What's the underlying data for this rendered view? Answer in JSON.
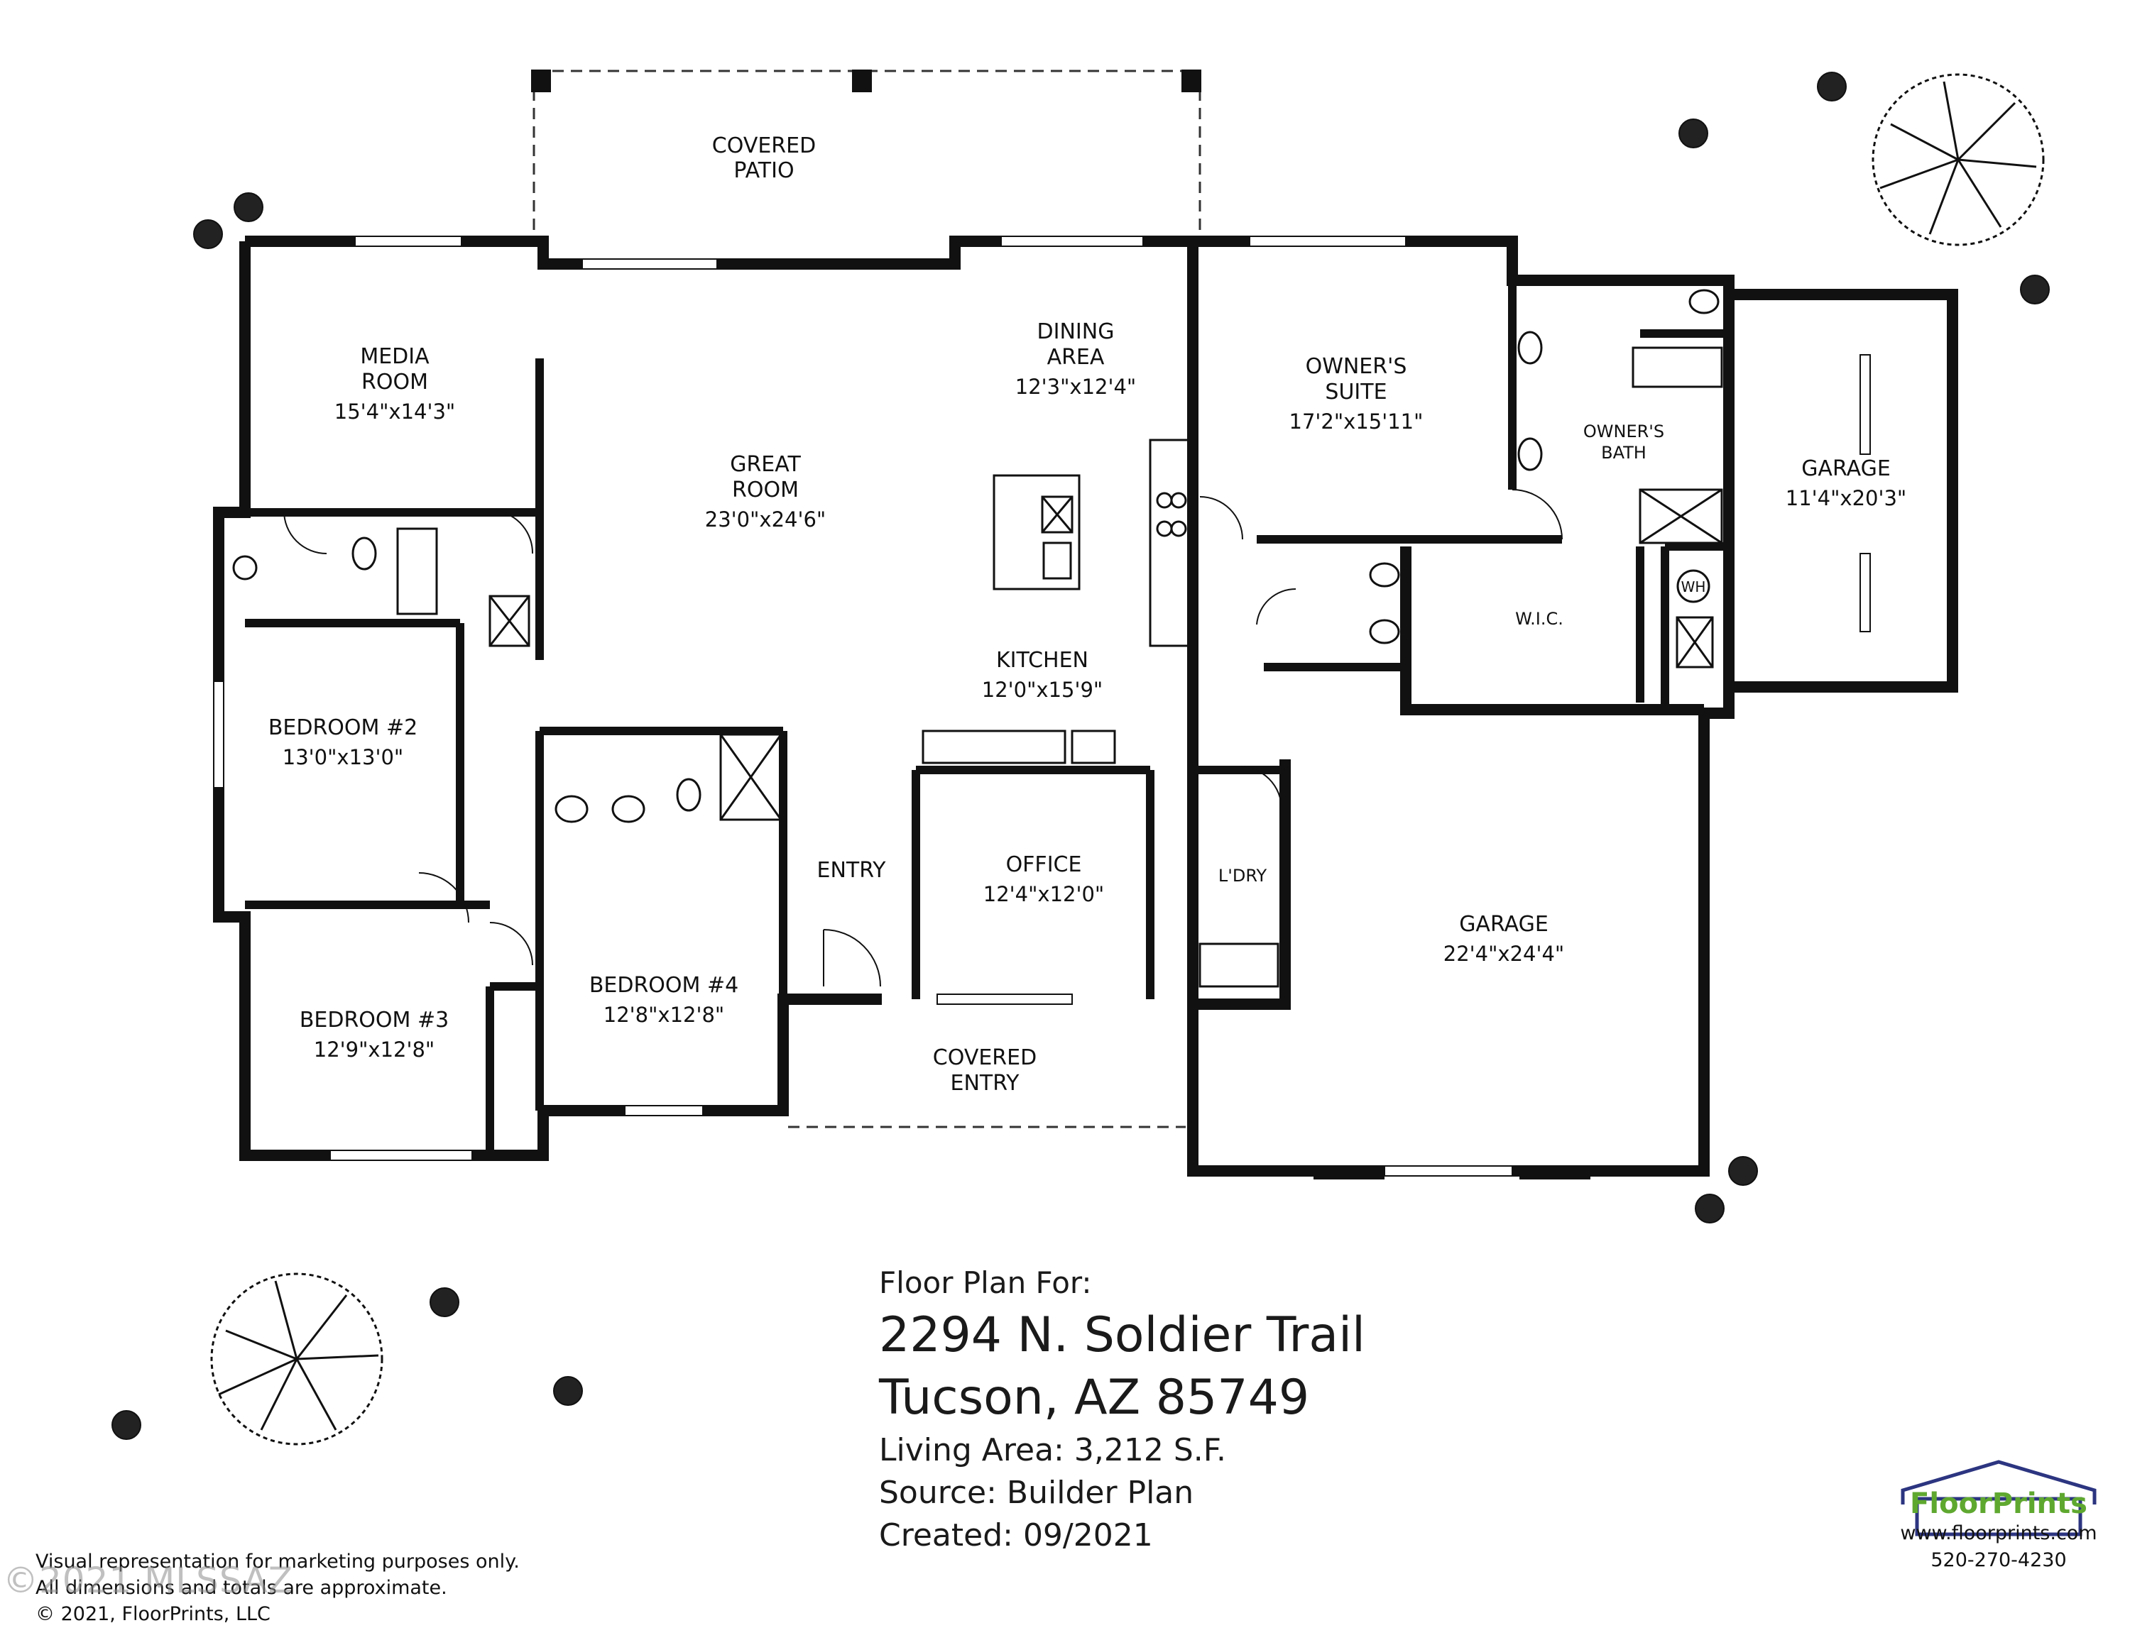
{
  "rooms": {
    "covered_patio": {
      "line1": "COVERED",
      "line2": "PATIO"
    },
    "media_room": {
      "line1": "MEDIA",
      "line2": "ROOM",
      "dims": "15'4\"x14'3\""
    },
    "great_room": {
      "line1": "GREAT",
      "line2": "ROOM",
      "dims": "23'0\"x24'6\""
    },
    "dining_area": {
      "line1": "DINING",
      "line2": "AREA",
      "dims": "12'3\"x12'4\""
    },
    "owners_suite": {
      "line1": "OWNER'S",
      "line2": "SUITE",
      "dims": "17'2\"x15'11\""
    },
    "owners_bath": {
      "line1": "OWNER'S",
      "line2": "BATH"
    },
    "garage_small": {
      "name": "GARAGE",
      "dims": "11'4\"x20'3\""
    },
    "kitchen": {
      "name": "KITCHEN",
      "dims": "12'0\"x15'9\""
    },
    "wic": {
      "name": "W.I.C."
    },
    "bedroom2": {
      "name": "BEDROOM #2",
      "dims": "13'0\"x13'0\""
    },
    "bedroom3": {
      "name": "BEDROOM #3",
      "dims": "12'9\"x12'8\""
    },
    "bedroom4": {
      "name": "BEDROOM #4",
      "dims": "12'8\"x12'8\""
    },
    "office": {
      "name": "OFFICE",
      "dims": "12'4\"x12'0\""
    },
    "entry": {
      "name": "ENTRY"
    },
    "laundry": {
      "name": "L'DRY"
    },
    "garage_large": {
      "name": "GARAGE",
      "dims": "22'4\"x24'4\""
    },
    "covered_entry": {
      "line1": "COVERED",
      "line2": "ENTRY"
    },
    "water_heater": {
      "label": "WH"
    }
  },
  "info": {
    "label": "Floor Plan For:",
    "address1": "2294 N. Soldier Trail",
    "address2": "Tucson, AZ  85749",
    "living_area": "Living Area:  3,212 S.F.",
    "source": "Source:  Builder Plan",
    "created": "Created:  09/2021"
  },
  "disclaimer": {
    "line1": "Visual representation for marketing purposes only.",
    "line2": "All dimensions and totals are approximate.",
    "line3": "© 2021, FloorPrints, LLC"
  },
  "watermark": "©2021 MLSSAZ",
  "brand": {
    "name": "FloorPrints",
    "website": "www.floorprints.com",
    "phone": "520-270-4230"
  },
  "colors": {
    "wall": "#111111",
    "brand_green": "#5fa830",
    "logo_navy": "#2c3580"
  }
}
